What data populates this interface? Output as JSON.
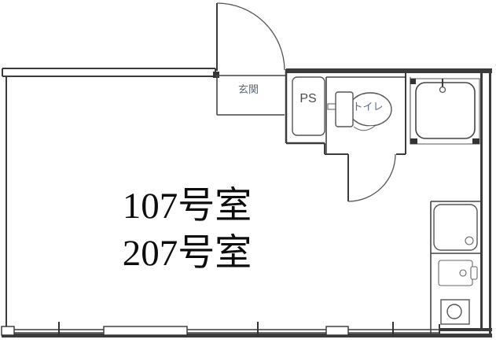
{
  "plan": {
    "labels": {
      "entrance": "玄関",
      "pipe_space": "PS",
      "toilet": "トイレ"
    },
    "room_numbers": {
      "line1": "107号室",
      "line2": "207号室"
    },
    "fixtures": [
      "entrance-door",
      "pipe-space-closet",
      "toilet-bowl",
      "shower-unit",
      "kitchen-sink",
      "water-heater",
      "gas-burner",
      "sliding-windows"
    ],
    "colors": {
      "wall": "#3b3b3b",
      "fixture_line": "#555555",
      "label_text": "#5a6b85",
      "room_text": "#0d0d0d",
      "background": "#ffffff"
    }
  }
}
